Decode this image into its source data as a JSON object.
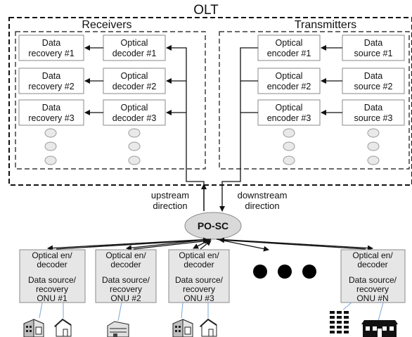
{
  "olt": {
    "title": "OLT",
    "receivers": {
      "title": "Receivers",
      "rows": [
        {
          "recovery": [
            "Data",
            "recovery #1"
          ],
          "decoder": [
            "Optical",
            "decoder #1"
          ]
        },
        {
          "recovery": [
            "Data",
            "recovery #2"
          ],
          "decoder": [
            "Optical",
            "decoder #2"
          ]
        },
        {
          "recovery": [
            "Data",
            "recovery #3"
          ],
          "decoder": [
            "Optical",
            "decoder #3"
          ]
        }
      ]
    },
    "transmitters": {
      "title": "Transmitters",
      "rows": [
        {
          "encoder": [
            "Optical",
            "encoder #1"
          ],
          "source": [
            "Data",
            "source #1"
          ]
        },
        {
          "encoder": [
            "Optical",
            "encoder #2"
          ],
          "source": [
            "Data",
            "source #2"
          ]
        },
        {
          "encoder": [
            "Optical",
            "encoder #3"
          ],
          "source": [
            "Data",
            "source #3"
          ]
        }
      ]
    }
  },
  "directions": {
    "upstream": [
      "upstream",
      "direction"
    ],
    "downstream": [
      "downstream",
      "direction"
    ]
  },
  "posc": "PO-SC",
  "onus": [
    {
      "lines": [
        "Optical en/",
        "decoder",
        "",
        "Data source/",
        "recovery",
        "ONU #1"
      ]
    },
    {
      "lines": [
        "Optical en/",
        "decoder",
        "",
        "Data source/",
        "recovery",
        "ONU #2"
      ]
    },
    {
      "lines": [
        "Optical en/",
        "decoder",
        "",
        "Data source/",
        "recovery",
        "ONU #3"
      ]
    },
    {
      "lines": [
        "Optical en/",
        "decoder",
        "",
        "Data source/",
        "recovery",
        "ONU #N"
      ]
    }
  ],
  "icons": [
    "office-building-icon",
    "house-icon",
    "factory-icon",
    "tall-building-icon",
    "shop-building-icon"
  ]
}
